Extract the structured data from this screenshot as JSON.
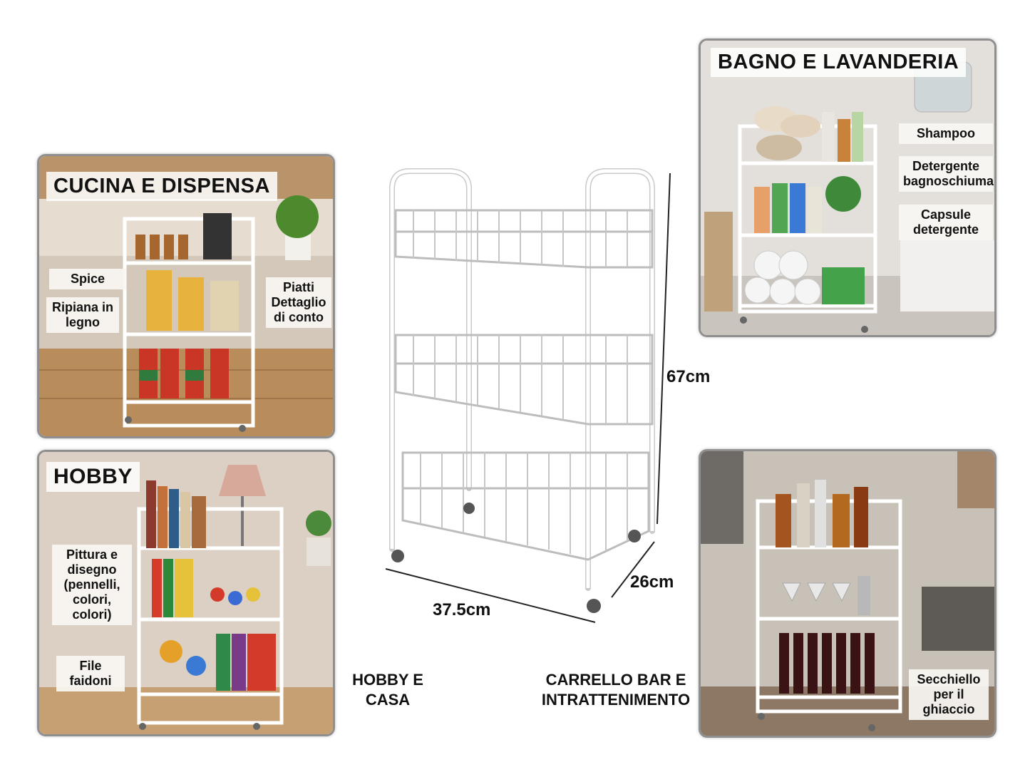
{
  "panels": {
    "kitchen": {
      "title": "CUCINA E DISPENSA",
      "labels": [
        "Spice",
        "Ripiana in legno",
        "Piatti Dettaglio di conto"
      ]
    },
    "hobby": {
      "title": "HOBBY",
      "labels": [
        "Pittura e disegno (pennelli, colori, colori)",
        "File faidoni"
      ]
    },
    "bathroom": {
      "title": "BAGNO E LAVANDERIA",
      "labels": [
        "Shampoo",
        "Detergente bagnoschiuma",
        "Capsule detergente"
      ]
    },
    "bar": {
      "labels": [
        "Secchiello per il ghiaccio"
      ]
    }
  },
  "captions": {
    "hobby_home": "HOBBY E CASA",
    "bar_entertainment": "CARRELLO BAR E INTRATTENIMENTO"
  },
  "dimensions": {
    "height": "67cm",
    "depth": "26cm",
    "width": "37.5cm"
  },
  "colors": {
    "cart": "#ffffff",
    "panel_border": "#8f8f8f"
  }
}
